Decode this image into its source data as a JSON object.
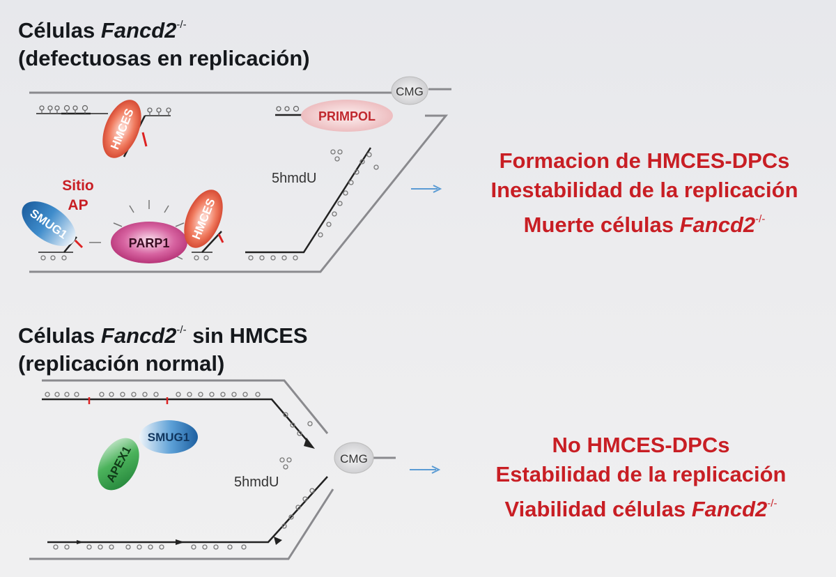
{
  "panel_top": {
    "heading_line1_pre": "Células ",
    "heading_gene": "Fancd2",
    "heading_sup": "-/-",
    "heading_line2": "(defectuosas en replicación)",
    "labels": {
      "cmg": "CMG",
      "primpol": "PRIMPOL",
      "hmces": "HMCES",
      "sitio": "Sitio",
      "ap": "AP",
      "smug1": "SMUG1",
      "parp1": "PARP1",
      "base": "5hmdU"
    },
    "results": {
      "line1": "Formacion de HMCES-DPCs",
      "line2": "Inestabilidad de la replicación",
      "line3_pre": "Muerte células ",
      "line3_gene": "Fancd2",
      "line3_sup": "-/-"
    }
  },
  "panel_bottom": {
    "heading_line1_pre": "Células ",
    "heading_gene": "Fancd2",
    "heading_sup": "-/-",
    "heading_line1_post": " sin HMCES",
    "heading_line2": "(replicación normal)",
    "labels": {
      "apex1": "APEX1",
      "smug1": "SMUG1",
      "cmg": "CMG",
      "base": "5hmdU"
    },
    "results": {
      "line1": "No HMCES-DPCs",
      "line2": "Estabilidad de la replicación",
      "line3_pre": "Viabilidad células ",
      "line3_gene": "Fancd2",
      "line3_sup": "-/-"
    }
  },
  "colors": {
    "result_red": "#c81e24",
    "arrow_blue": "#5a9bd4",
    "hmces": "#e8563a",
    "primpol": "#f1c7c8",
    "parp1": "#c83a86",
    "smug1": "#2c7bb6",
    "apex1": "#2e9e43",
    "cmg": "#d4d4d6"
  }
}
